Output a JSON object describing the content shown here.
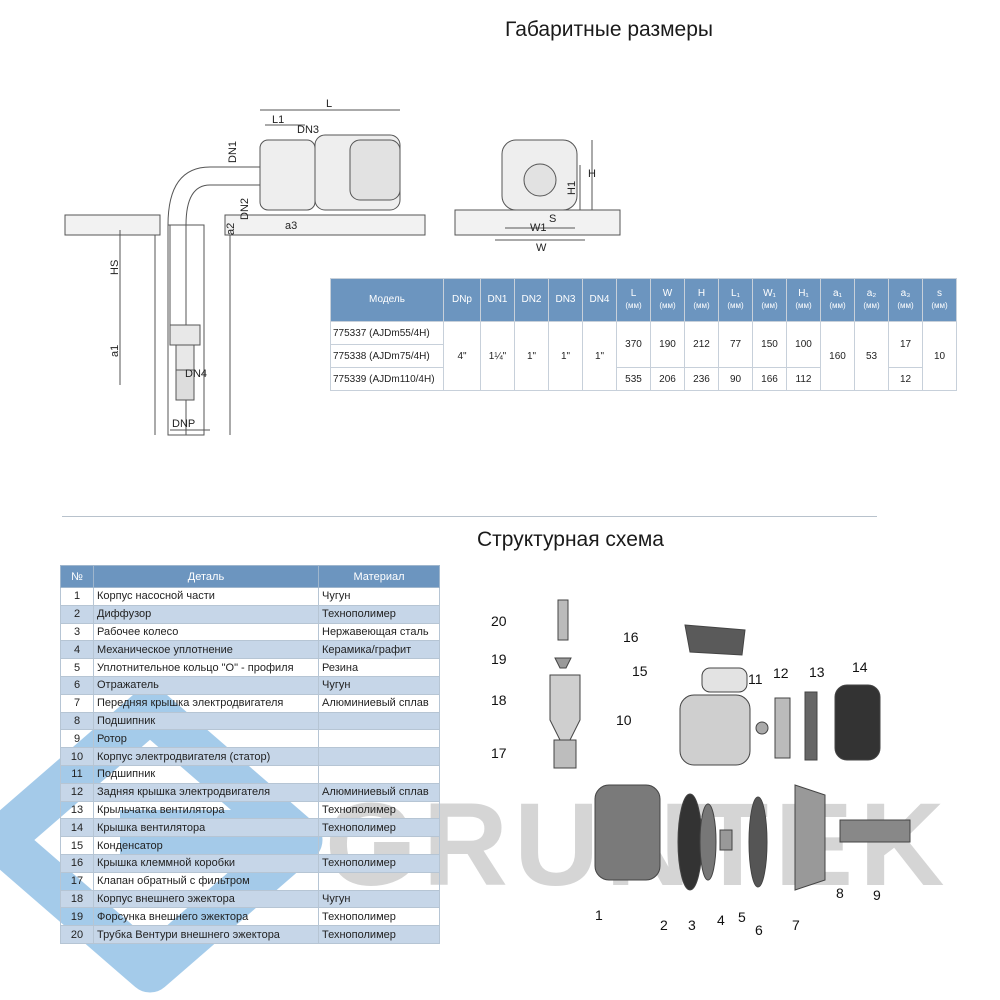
{
  "titles": {
    "dimensions": "Габаритные размеры",
    "structure": "Структурная схема"
  },
  "dimensions_drawing_labels": {
    "L": "L",
    "L1": "L1",
    "DN3": "DN3",
    "DN1": "DN1",
    "DN2": "DN2",
    "a2": "a2",
    "a3": "a3",
    "HS": "HS",
    "a1": "a1",
    "DN4": "DN4",
    "DNP": "DNP",
    "H": "H",
    "H1": "H1",
    "S": "S",
    "W1": "W1",
    "W": "W"
  },
  "dimensions_table": {
    "headers": [
      {
        "label": "Модель",
        "unit": ""
      },
      {
        "label": "DNp",
        "unit": ""
      },
      {
        "label": "DN1",
        "unit": ""
      },
      {
        "label": "DN2",
        "unit": ""
      },
      {
        "label": "DN3",
        "unit": ""
      },
      {
        "label": "DN4",
        "unit": ""
      },
      {
        "label": "L",
        "unit": "(мм)"
      },
      {
        "label": "W",
        "unit": "(мм)"
      },
      {
        "label": "H",
        "unit": "(мм)"
      },
      {
        "label": "L₁",
        "unit": "(мм)"
      },
      {
        "label": "W₁",
        "unit": "(мм)"
      },
      {
        "label": "H₁",
        "unit": "(мм)"
      },
      {
        "label": "a₁",
        "unit": "(мм)"
      },
      {
        "label": "a₂",
        "unit": "(мм)"
      },
      {
        "label": "a₃",
        "unit": "(мм)"
      },
      {
        "label": "s",
        "unit": "(мм)"
      }
    ],
    "models": [
      "775337 (AJDm55/4H)",
      "775338 (AJDm75/4H)",
      "775339 (AJDm110/4H)"
    ],
    "common": {
      "DNp": "4\"",
      "DN1": "1¼\"",
      "DN2": "1\"",
      "DN3": "1\"",
      "DN4": "1\"",
      "a1": "160",
      "a2": "53",
      "s": "10"
    },
    "group1": {
      "L": "370",
      "W": "190",
      "H": "212",
      "L1": "77",
      "W1": "150",
      "H1": "100",
      "a3": "17"
    },
    "group2": {
      "L": "535",
      "W": "206",
      "H": "236",
      "L1": "90",
      "W1": "166",
      "H1": "112",
      "a3": "12"
    }
  },
  "parts_table": {
    "headers": {
      "num": "№",
      "part": "Деталь",
      "material": "Материал"
    },
    "rows": [
      {
        "num": "1",
        "part": "Корпус насосной части",
        "material": "Чугун"
      },
      {
        "num": "2",
        "part": "Диффузор",
        "material": "Технополимер"
      },
      {
        "num": "3",
        "part": "Рабочее колесо",
        "material": "Нержавеющая сталь"
      },
      {
        "num": "4",
        "part": "Механическое уплотнение",
        "material": "Керамика/графит"
      },
      {
        "num": "5",
        "part": "Уплотнительное кольцо \"О\" - профиля",
        "material": "Резина"
      },
      {
        "num": "6",
        "part": "Отражатель",
        "material": "Чугун"
      },
      {
        "num": "7",
        "part": "Передняя крышка электродвигателя",
        "material": "Алюминиевый сплав"
      },
      {
        "num": "8",
        "part": "Подшипник",
        "material": ""
      },
      {
        "num": "9",
        "part": "Ротор",
        "material": ""
      },
      {
        "num": "10",
        "part": "Корпус электродвигателя (статор)",
        "material": ""
      },
      {
        "num": "11",
        "part": "Подшипник",
        "material": ""
      },
      {
        "num": "12",
        "part": "Задняя крышка электродвигателя",
        "material": "Алюминиевый сплав"
      },
      {
        "num": "13",
        "part": "Крыльчатка вентилятора",
        "material": "Технополимер"
      },
      {
        "num": "14",
        "part": "Крышка вентилятора",
        "material": "Технополимер"
      },
      {
        "num": "15",
        "part": "Конденсатор",
        "material": ""
      },
      {
        "num": "16",
        "part": "Крышка клеммной коробки",
        "material": "Технополимер"
      },
      {
        "num": "17",
        "part": "Клапан обратный с фильтром",
        "material": ""
      },
      {
        "num": "18",
        "part": "Корпус внешнего эжектора",
        "material": "Чугун"
      },
      {
        "num": "19",
        "part": "Форсунка внешнего эжектора",
        "material": "Технополимер"
      },
      {
        "num": "20",
        "part": "Трубка Вентури внешнего эжектора",
        "material": "Технополимер"
      }
    ]
  },
  "exploded_view_labels": [
    "1",
    "2",
    "3",
    "4",
    "5",
    "6",
    "7",
    "8",
    "9",
    "10",
    "11",
    "12",
    "13",
    "14",
    "15",
    "16",
    "17",
    "18",
    "19",
    "20"
  ],
  "watermark": {
    "text": "GRUNTEK",
    "color": "#5aa0d8"
  }
}
